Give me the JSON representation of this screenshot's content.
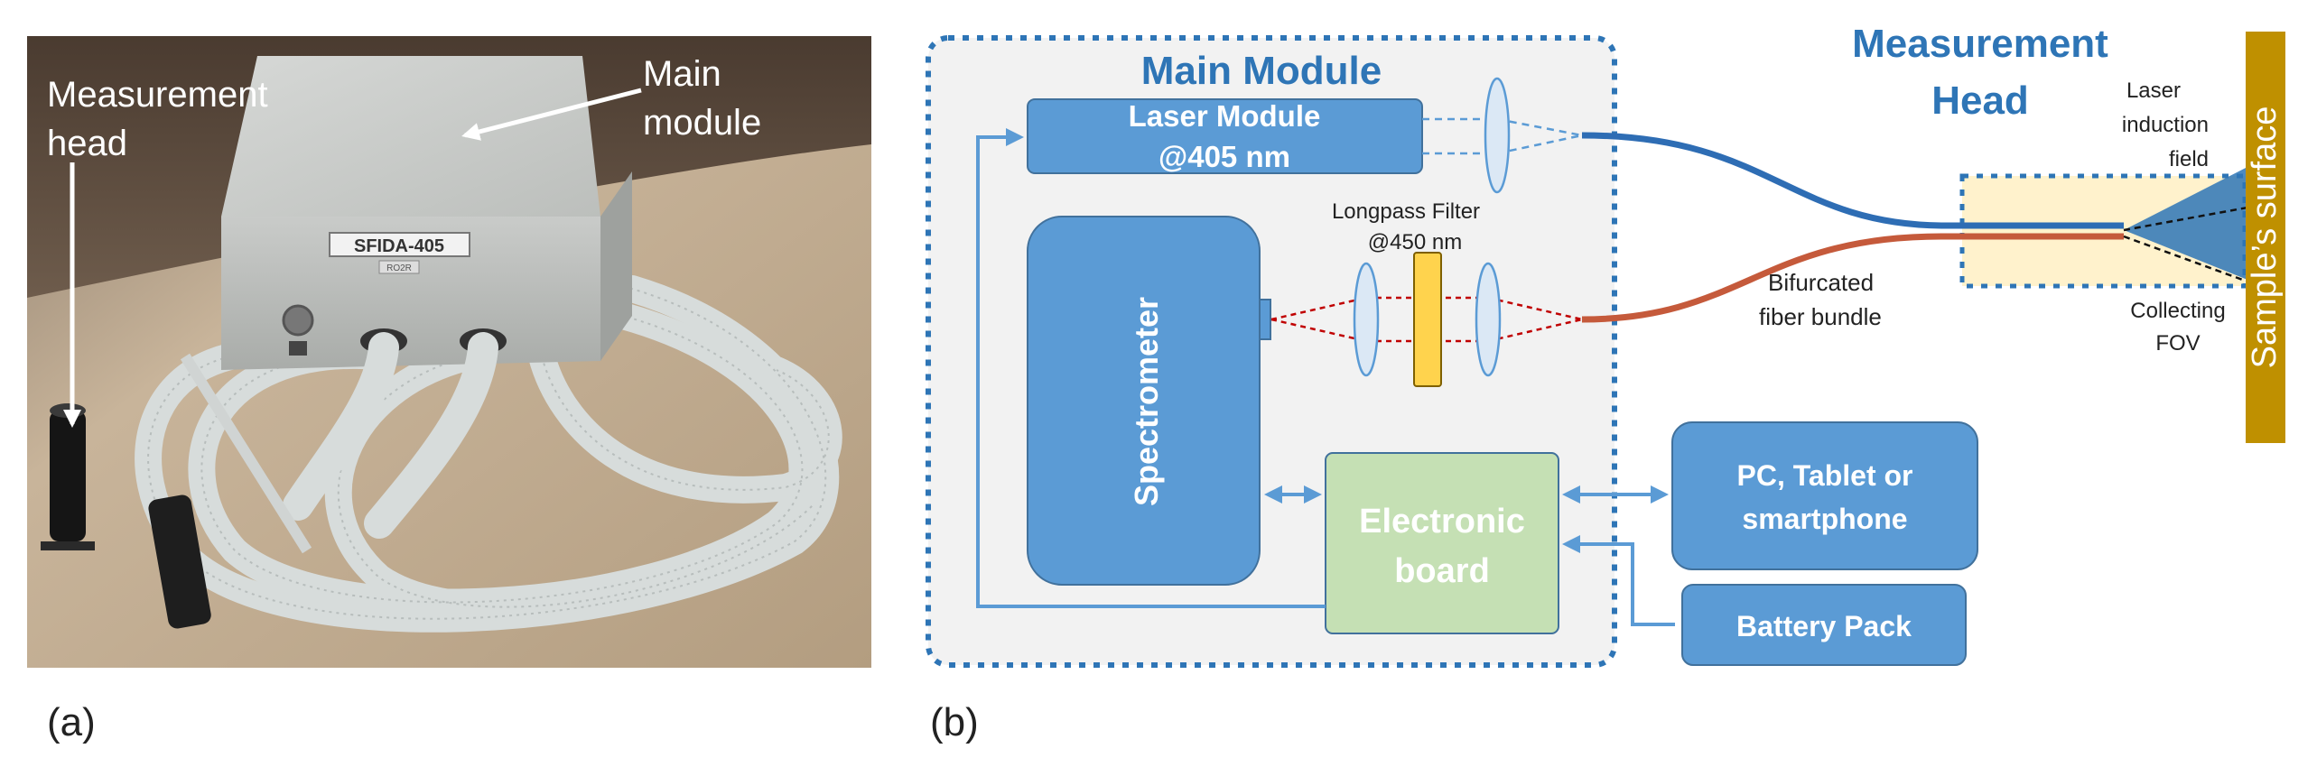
{
  "panel_a": {
    "caption": "(a)",
    "label_measurement_head_line1": "Measurement",
    "label_measurement_head_line2": "head",
    "label_main_module_line1": "Main",
    "label_main_module_line2": "module",
    "device_name_plate": "SFIDA-405",
    "device_small_plate": "RO2R"
  },
  "panel_b": {
    "caption": "(b)",
    "main_module_title": "Main Module",
    "measurement_head_title_line1": "Measurement",
    "measurement_head_title_line2": "Head",
    "laser_module_line1": "Laser Module",
    "laser_module_line2": "@405 nm",
    "filter_line1": "Longpass Filter",
    "filter_line2": "@450 nm",
    "spectrometer": "Spectrometer",
    "electronic_board_line1": "Electronic",
    "electronic_board_line2": "board",
    "pc_line1": "PC, Tablet or",
    "pc_line2": "smartphone",
    "battery_pack": "Battery Pack",
    "bifurcated_line1": "Bifurcated",
    "bifurcated_line2": "fiber bundle",
    "laser_induction_line1": "Laser",
    "laser_induction_line2": "induction",
    "laser_induction_line3": "field",
    "collecting_line1": "Collecting",
    "collecting_line2": "FOV",
    "sample_surface": "Sample’s  surface"
  },
  "colors": {
    "box_blue": "#5b9bd5",
    "box_blue_border": "#41719c",
    "board_green": "#c5e0b4",
    "dashed_frame": "#2e75b6",
    "title_blue": "#2e75b6",
    "fiber_blue": "#2e6db4",
    "fiber_red": "#c55a3b",
    "filter_yellow": "#ffd34d",
    "sample_gold": "#bf9000",
    "head_fill": "#fff2cc"
  }
}
